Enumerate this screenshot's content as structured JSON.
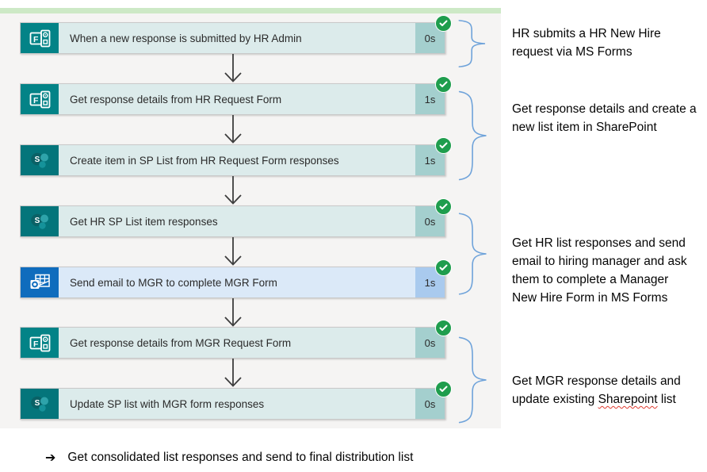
{
  "flow": {
    "steps": [
      {
        "icon": "forms",
        "title": "When a new response is submitted by HR Admin",
        "duration": "0s",
        "status": "success"
      },
      {
        "icon": "forms",
        "title": "Get response details from HR Request Form",
        "duration": "1s",
        "status": "success"
      },
      {
        "icon": "sharepoint",
        "title": "Create item in SP List from HR Request Form responses",
        "duration": "1s",
        "status": "success"
      },
      {
        "icon": "sharepoint",
        "title": "Get HR SP List item responses",
        "duration": "0s",
        "status": "success"
      },
      {
        "icon": "outlook",
        "title": "Send email to MGR to complete MGR Form",
        "duration": "1s",
        "status": "success"
      },
      {
        "icon": "forms",
        "title": "Get response details from MGR Request Form",
        "duration": "0s",
        "status": "success"
      },
      {
        "icon": "sharepoint",
        "title": "Update SP list with MGR form responses",
        "duration": "0s",
        "status": "success"
      }
    ]
  },
  "annotations": [
    {
      "lines": [
        "HR submits a HR New Hire",
        "request via MS Forms"
      ]
    },
    {
      "lines": [
        "Get response details and create a",
        "new list item in SharePoint"
      ]
    },
    {
      "lines": [
        "Get HR list responses and send",
        "email to hiring manager and ask",
        "them to complete a Manager",
        "New Hire Form in MS Forms"
      ]
    },
    {
      "line1": "Get MGR response details and",
      "line2_prefix": "update existing ",
      "line2_word": "Sharepoint",
      "line2_suffix": " list"
    }
  ],
  "footer": {
    "bullet": "➔",
    "text": "Get consolidated list responses and send to final distribution list"
  },
  "colors": {
    "forms_teal": "#038387",
    "sharepoint_teal": "#04757b",
    "outlook_blue": "#0f6cbd",
    "step_body_teal": "#dcebeb",
    "step_duration_teal": "#a4cfce",
    "step_body_blue": "#dbe9f8",
    "step_duration_blue": "#a9caee",
    "success_green": "#1f9d4d",
    "brace_blue": "#6fa3da",
    "panel_gray": "#f5f4f3",
    "top_bar_green": "#cde9c6"
  }
}
